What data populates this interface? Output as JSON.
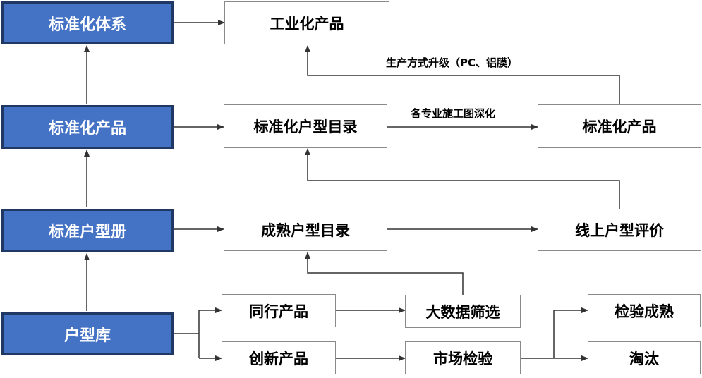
{
  "left_column": {
    "standard_system": "标准化体系",
    "standard_product": "标准化产品",
    "standard_unit_book": "标准户型册",
    "unit_library": "户型库"
  },
  "boxes": {
    "industrial_product": "工业化产品",
    "standard_unit_catalog": "标准化户型目录",
    "standard_product_right": "标准化产品",
    "mature_unit_catalog": "成熟户型目录",
    "online_unit_review": "线上户型评价",
    "peer_products": "同行产品",
    "big_data_screening": "大数据筛选",
    "verified_mature": "检验成熟",
    "innovative_products": "创新产品",
    "market_test": "市场检验",
    "eliminated": "淘汰"
  },
  "labels": {
    "production_upgrade": "生产方式升级（PC、铝膜）",
    "construction_drawing": "各专业施工图深化"
  },
  "colors": {
    "accent_fill": "#4472C4",
    "accent_border": "#1F3864",
    "line": "#333333"
  }
}
